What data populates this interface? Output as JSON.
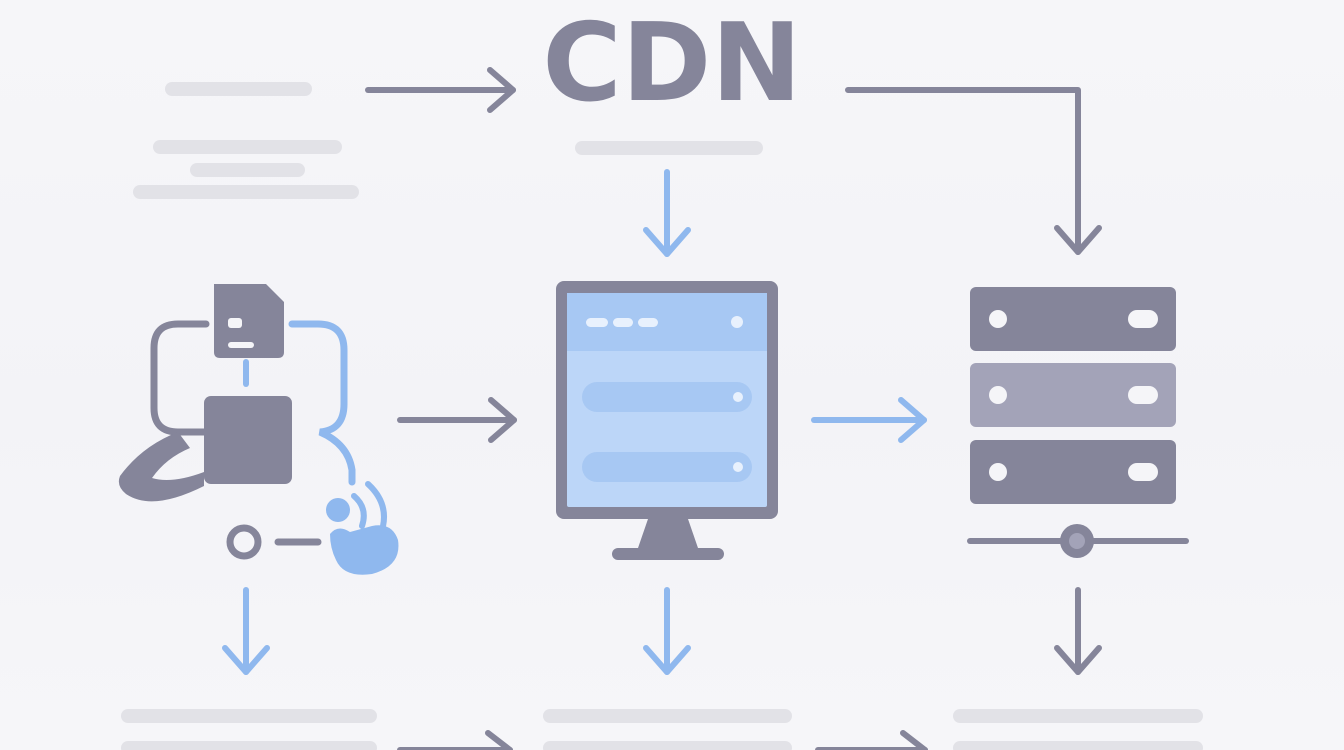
{
  "diagram": {
    "title": "CDN"
  },
  "colors": {
    "background": "#f5f5f8",
    "gray": "#85859a",
    "gray_light": "#a3a3b8",
    "blue": "#8fb8ee",
    "blue_pale": "#bcd6f8",
    "placeholder_text": "#e2e2e7"
  },
  "nodes": [
    {
      "id": "client-workflow",
      "icon": "workflow-icon"
    },
    {
      "id": "monitor",
      "icon": "monitor-icon"
    },
    {
      "id": "server-rack",
      "icon": "server-rack-icon"
    }
  ],
  "edges": [
    {
      "from": "top-text",
      "to": "title"
    },
    {
      "from": "title",
      "to": "server-rack"
    },
    {
      "from": "title",
      "to": "monitor"
    },
    {
      "from": "client-workflow",
      "to": "monitor"
    },
    {
      "from": "monitor",
      "to": "server-rack"
    },
    {
      "from": "client-workflow",
      "to": "bottom-left"
    },
    {
      "from": "monitor",
      "to": "bottom-center"
    },
    {
      "from": "server-rack",
      "to": "bottom-right"
    },
    {
      "from": "bottom-left",
      "to": "bottom-center"
    },
    {
      "from": "bottom-center",
      "to": "bottom-right"
    }
  ]
}
